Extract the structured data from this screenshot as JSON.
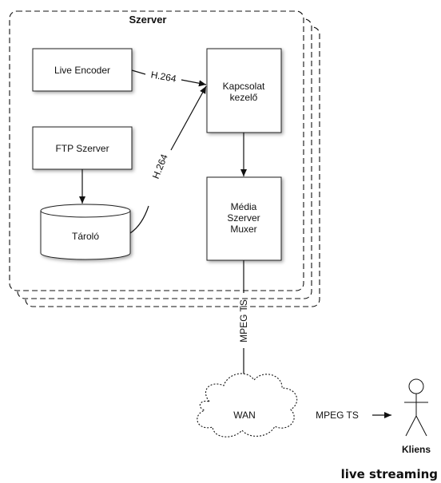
{
  "server_group": {
    "title": "Szerver"
  },
  "nodes": {
    "live_encoder": "Live Encoder",
    "ftp_server": "FTP Szerver",
    "storage": "Tároló",
    "connection_manager": [
      "Kapcsolat",
      "kezelő"
    ],
    "media_server": [
      "Média",
      "Szerver",
      "Muxer"
    ],
    "wan": "WAN",
    "client": "Kliens"
  },
  "edges": {
    "encoder_to_manager": "H.264",
    "storage_to_manager": "H.264",
    "server_to_wan": "MPEG TS",
    "wan_to_client": "MPEG TS"
  },
  "caption": "live streaming"
}
